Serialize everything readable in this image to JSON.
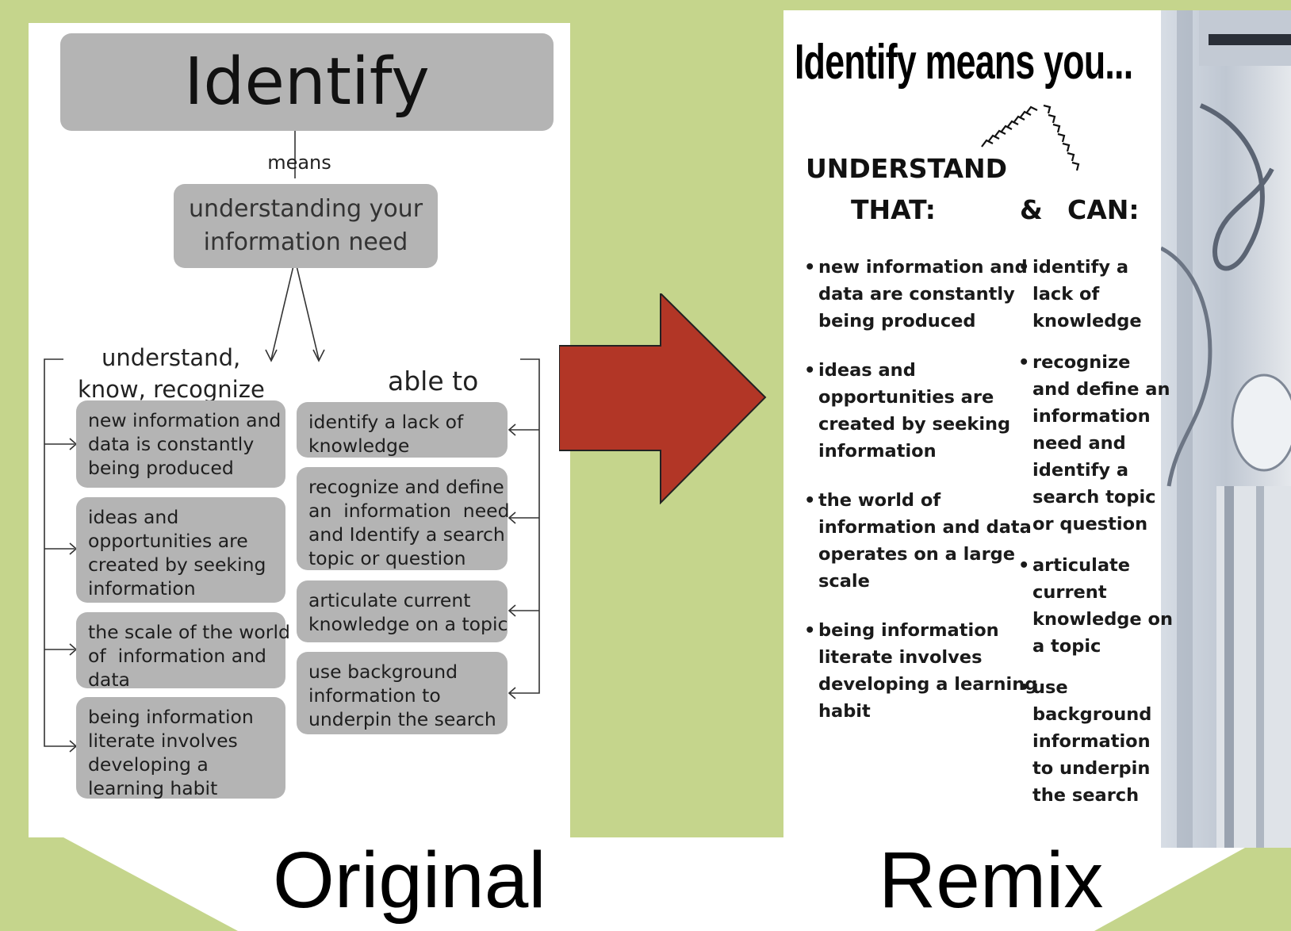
{
  "colors": {
    "background_green": "#c5d58c",
    "box_gray": "#b4b4b4",
    "arrow_red": "#b23626"
  },
  "original": {
    "title": "Identify",
    "means": "means",
    "need_lines": [
      "understanding your",
      "information need"
    ],
    "left_label_lines": [
      "understand,",
      "know, recognize"
    ],
    "right_label": "able to",
    "left_boxes": [
      [
        "new information and",
        "data is constantly",
        "being produced"
      ],
      [
        "ideas and",
        "opportunities are",
        "created by seeking",
        "information"
      ],
      [
        "the scale of the world",
        "of  information and",
        "data"
      ],
      [
        "being information",
        "literate involves",
        "developing a",
        "learning habit"
      ]
    ],
    "right_boxes": [
      [
        "identify a lack of",
        "knowledge"
      ],
      [
        "recognize and define",
        "an  information  need",
        "and Identify a search",
        "topic or question"
      ],
      [
        "articulate current",
        "knowledge on a topic"
      ],
      [
        "use background",
        "information to",
        "underpin the search"
      ]
    ]
  },
  "remix": {
    "title": "Identify means you...",
    "understand": "UNDERSTAND",
    "that": "THAT:",
    "amp": "&",
    "can": "CAN:",
    "left_items": [
      [
        "new information and",
        "data are constantly",
        "being produced"
      ],
      [
        "ideas and",
        "opportunities are",
        "created by seeking",
        "information"
      ],
      [
        "the world of",
        "information and data",
        "operates on a large",
        "scale"
      ],
      [
        "being information",
        "literate involves",
        "developing a learning",
        "habit"
      ]
    ],
    "right_items": [
      [
        "identify a",
        "lack of",
        "knowledge"
      ],
      [
        "recognize",
        "and define an",
        "information",
        "need and",
        "identify a",
        "search topic",
        "or question"
      ],
      [
        "articulate",
        "current",
        "knowledge on",
        "a topic"
      ],
      [
        "use",
        "background",
        "information",
        "to underpin",
        "the search"
      ]
    ]
  },
  "captions": {
    "original": "Original",
    "remix": "Remix"
  }
}
